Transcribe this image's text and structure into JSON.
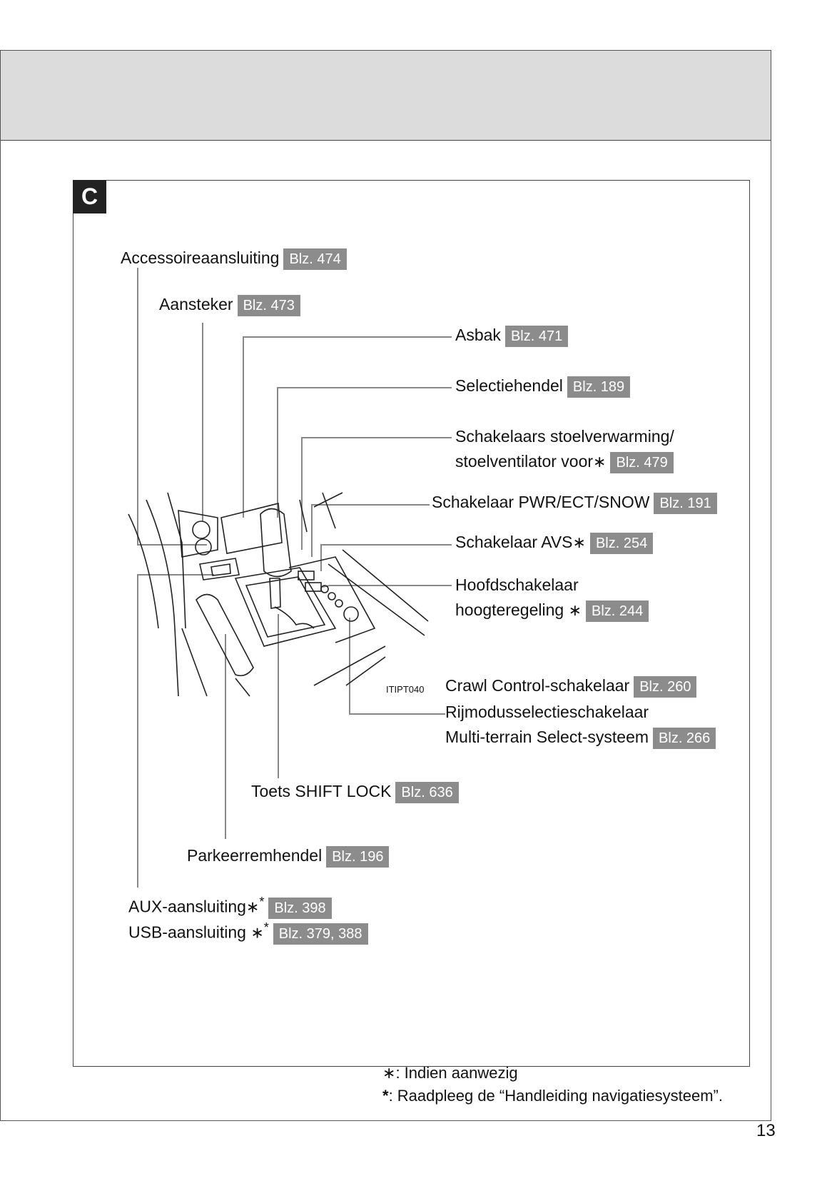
{
  "section": "C",
  "figure_id": "ITIPT040",
  "labels": {
    "accessoire": {
      "text": "Accessoireaansluiting",
      "ref": "Blz. 474"
    },
    "aansteker": {
      "text": "Aansteker",
      "ref": "Blz. 473"
    },
    "asbak": {
      "text": "Asbak",
      "ref": "Blz. 471"
    },
    "selectiehendel": {
      "text": "Selectiehendel",
      "ref": "Blz. 189"
    },
    "stoel_line1": "Schakelaars stoelverwarming/",
    "stoel_line2": "stoelventilator voor",
    "stoel_ref": "Blz. 479",
    "pwr": {
      "text": "Schakelaar PWR/ECT/SNOW",
      "ref": "Blz. 191"
    },
    "avs": {
      "text": "Schakelaar AVS",
      "ref": "Blz. 254"
    },
    "hoofd_line1": "Hoofdschakelaar",
    "hoofd_line2": "hoogteregeling ",
    "hoofd_ref": "Blz. 244",
    "crawl": {
      "text": "Crawl Control-schakelaar",
      "ref": "Blz. 260"
    },
    "rijmodus": "Rijmodusselectieschakelaar",
    "multi": {
      "text": "Multi-terrain Select-systeem",
      "ref": "Blz. 266"
    },
    "shiftlock": {
      "text": "Toets SHIFT LOCK",
      "ref": "Blz. 636"
    },
    "parkeer": {
      "text": "Parkeerremhendel",
      "ref": "Blz. 196"
    },
    "aux": {
      "text": "AUX-aansluiting",
      "ref": "Blz. 398"
    },
    "usb": {
      "text": "USB-aansluiting ",
      "ref": "Blz. 379, 388"
    }
  },
  "symbols": {
    "asterisk": "∗",
    "bold_asterisk": "*"
  },
  "footnotes": {
    "note1": ": Indien aanwezig",
    "note2": ": Raadpleeg de “Handleiding navigatiesysteem”."
  },
  "page_number": "13"
}
